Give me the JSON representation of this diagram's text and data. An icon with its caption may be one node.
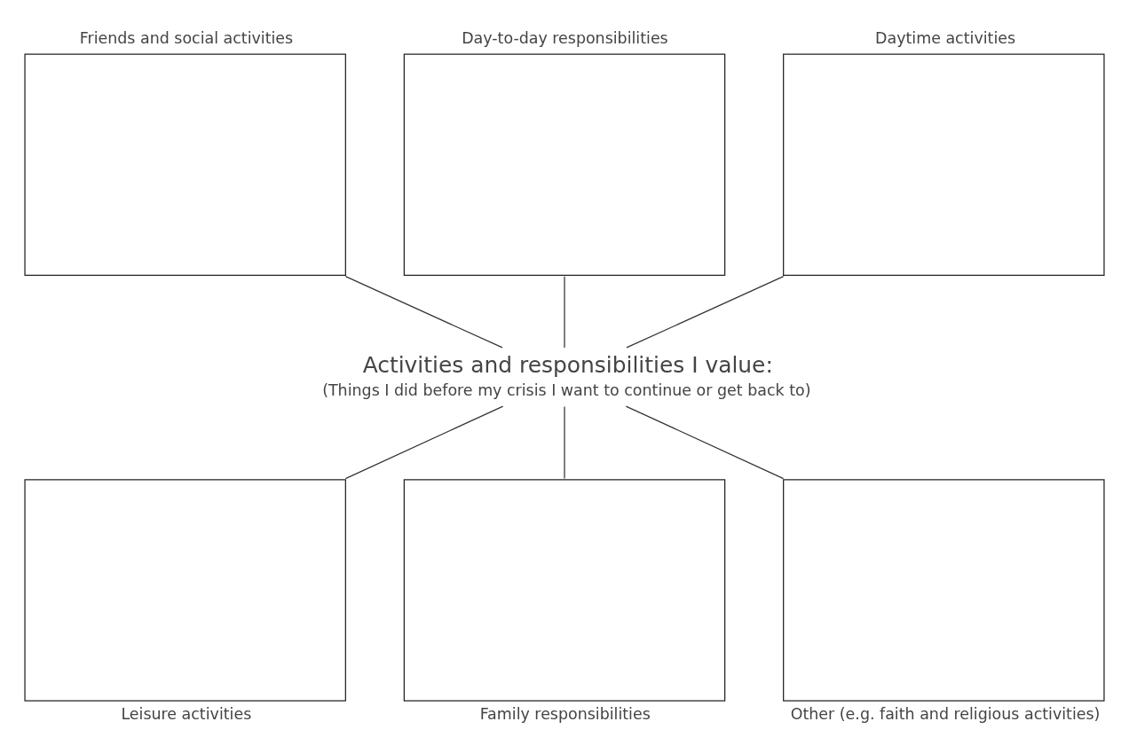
{
  "diagram": {
    "nodes": [
      {
        "text": [
          "Friends and social activities"
        ]
      },
      {
        "text": [
          "Day-to-day responsibilities"
        ]
      },
      {
        "text": [
          "Daytime activities"
        ]
      },
      {
        "text": [
          "Activities and responsibilities I value:",
          "(Things I did before my crisis I want to continue or get back to)"
        ]
      },
      {
        "text": [
          "Leisure activities"
        ]
      },
      {
        "text": [
          "Family responsibilities"
        ]
      },
      {
        "text": [
          "Other (e.g. faith and religious activities)"
        ]
      }
    ],
    "edges": [
      {
        "from": 0,
        "to": 3,
        "arrow": "none"
      },
      {
        "from": 1,
        "to": 3,
        "arrow": "none"
      },
      {
        "from": 2,
        "to": 3,
        "arrow": "none"
      },
      {
        "from": 3,
        "to": 4,
        "arrow": "none"
      },
      {
        "from": 3,
        "to": 5,
        "arrow": "none"
      },
      {
        "from": 3,
        "to": 6,
        "arrow": "none"
      }
    ]
  }
}
